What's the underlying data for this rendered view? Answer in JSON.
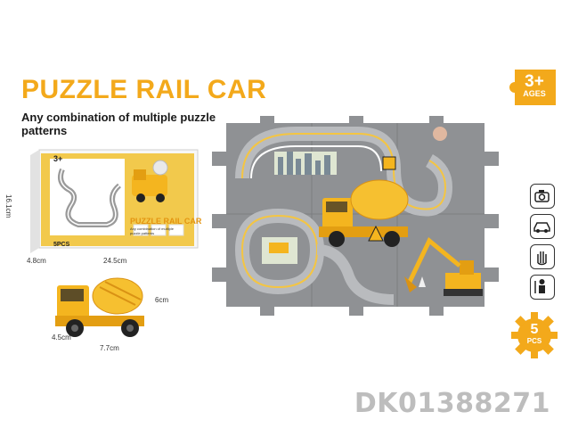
{
  "product": {
    "title": "PUZZLE RAIL CAR",
    "subtitle": "Any combination of multiple puzzle patterns",
    "sku": "DK01388271"
  },
  "age_badge": {
    "number": "3+",
    "label": "AGES"
  },
  "pieces_badge": {
    "number": "5",
    "label": "PCS"
  },
  "box": {
    "title": "PUZZLE RAIL CAR",
    "subtitle": "Any combination of multiple puzzle patterns",
    "age": "3+",
    "pieces": "5PCS",
    "width_label": "24.5cm",
    "height_label": "16.1cm",
    "depth_label": "4.8cm"
  },
  "car_dims": {
    "length": "7.7cm",
    "height": "6cm",
    "depth": "4.5cm"
  },
  "feature_icons": [
    "camera-icon",
    "car-icon",
    "hand-icon",
    "child-icon"
  ],
  "colors": {
    "accent": "#f3a91b",
    "track_gray": "#8f9194",
    "car_yellow": "#f4b51f"
  }
}
